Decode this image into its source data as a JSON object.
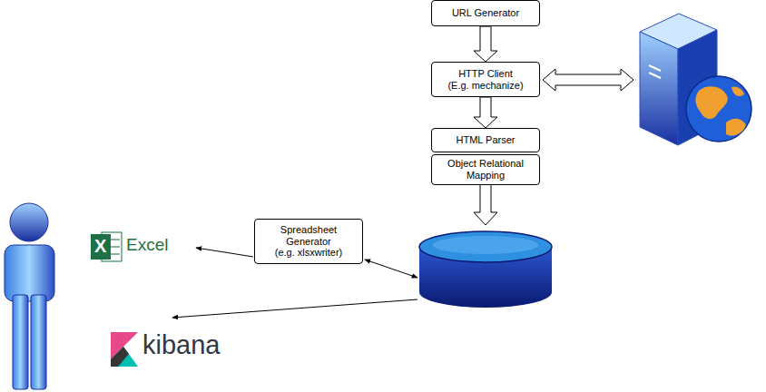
{
  "diagram": {
    "nodes": [
      {
        "text": [
          "URL Generator"
        ]
      },
      {
        "text": [
          "HTTP Client (E.g. mechanize)"
        ]
      },
      {
        "text": [
          "HTML Parser"
        ]
      },
      {
        "text": [
          "Object Relational Mapping"
        ]
      },
      {
        "text": [
          "Spreadsheet Generator (e.g. xlsxwriter)"
        ]
      }
    ],
    "edges": [
      {
        "from": 0,
        "to": 1,
        "arrow": "to"
      },
      {
        "from": 1,
        "to": 2,
        "arrow": "to"
      }
    ],
    "labels": [
      "X",
      "Excel",
      "kibana"
    ]
  }
}
